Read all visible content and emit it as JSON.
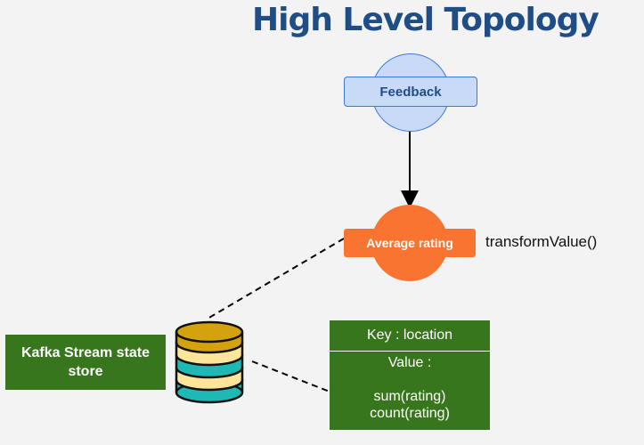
{
  "title": "High Level Topology",
  "nodes": {
    "feedback": {
      "label": "Feedback"
    },
    "average_rating": {
      "label": "Average rating",
      "annotation": "transformValue()"
    },
    "state_store": {
      "label": "Kafka Stream state store"
    },
    "record": {
      "key": "Key : location",
      "value_label": "Value :",
      "value_lines": [
        "sum(rating)",
        "count(rating)"
      ]
    }
  },
  "colors": {
    "title": "#1f4e86",
    "feedback_fill": "#c9daf8",
    "feedback_border": "#3c78d8",
    "average_fill": "#f97331",
    "green_box": "#38761d",
    "db_gold": "#d4a20c",
    "db_cream": "#ffe599",
    "db_teal": "#1fb8b5"
  }
}
